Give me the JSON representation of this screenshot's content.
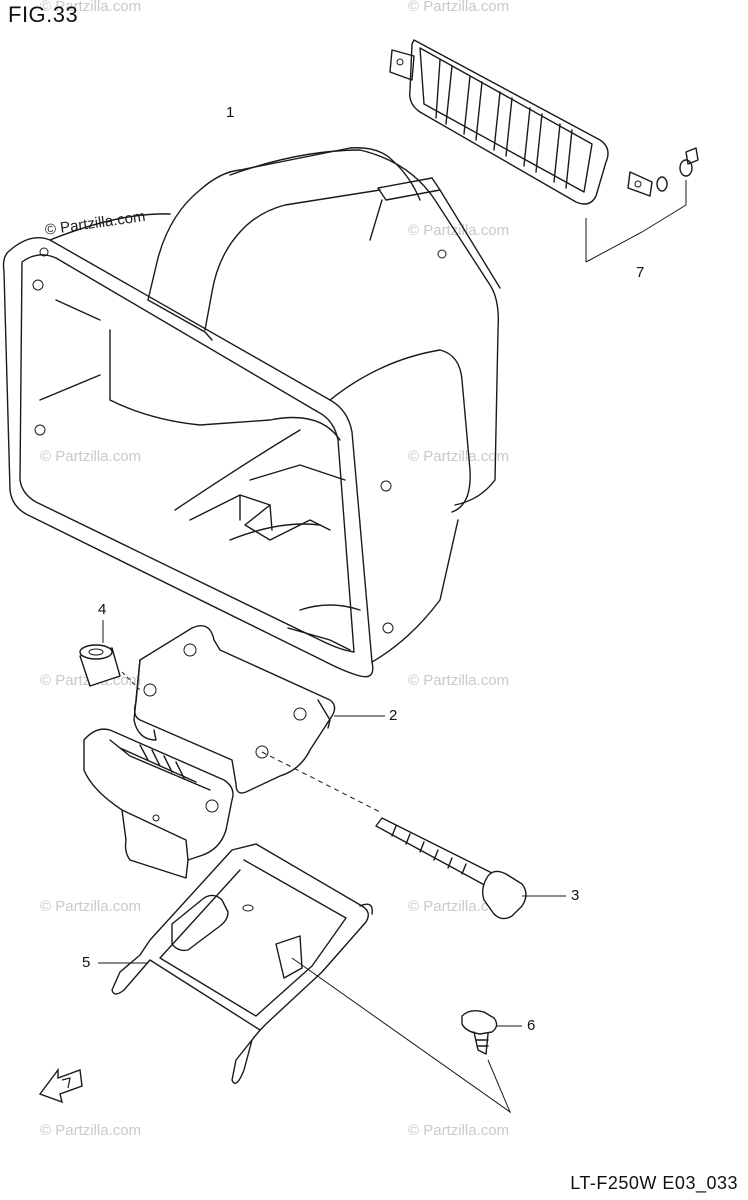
{
  "figure_label": "FIG.33",
  "diagram_code": "LT-F250W E03_033",
  "watermark_text": "© Partzilla.com",
  "callouts": [
    {
      "id": "1",
      "part": "box"
    },
    {
      "id": "2",
      "part": "hinge-bracket"
    },
    {
      "id": "3",
      "part": "bolt"
    },
    {
      "id": "4",
      "part": "spacer"
    },
    {
      "id": "5",
      "part": "latch-plate"
    },
    {
      "id": "6",
      "part": "screw"
    },
    {
      "id": "7",
      "part": "reflector"
    }
  ],
  "icons": [
    "front-direction-arrow-icon"
  ],
  "colors": {
    "line": "#1a1a1a",
    "background": "#ffffff",
    "watermark": "#c9c9c9"
  }
}
